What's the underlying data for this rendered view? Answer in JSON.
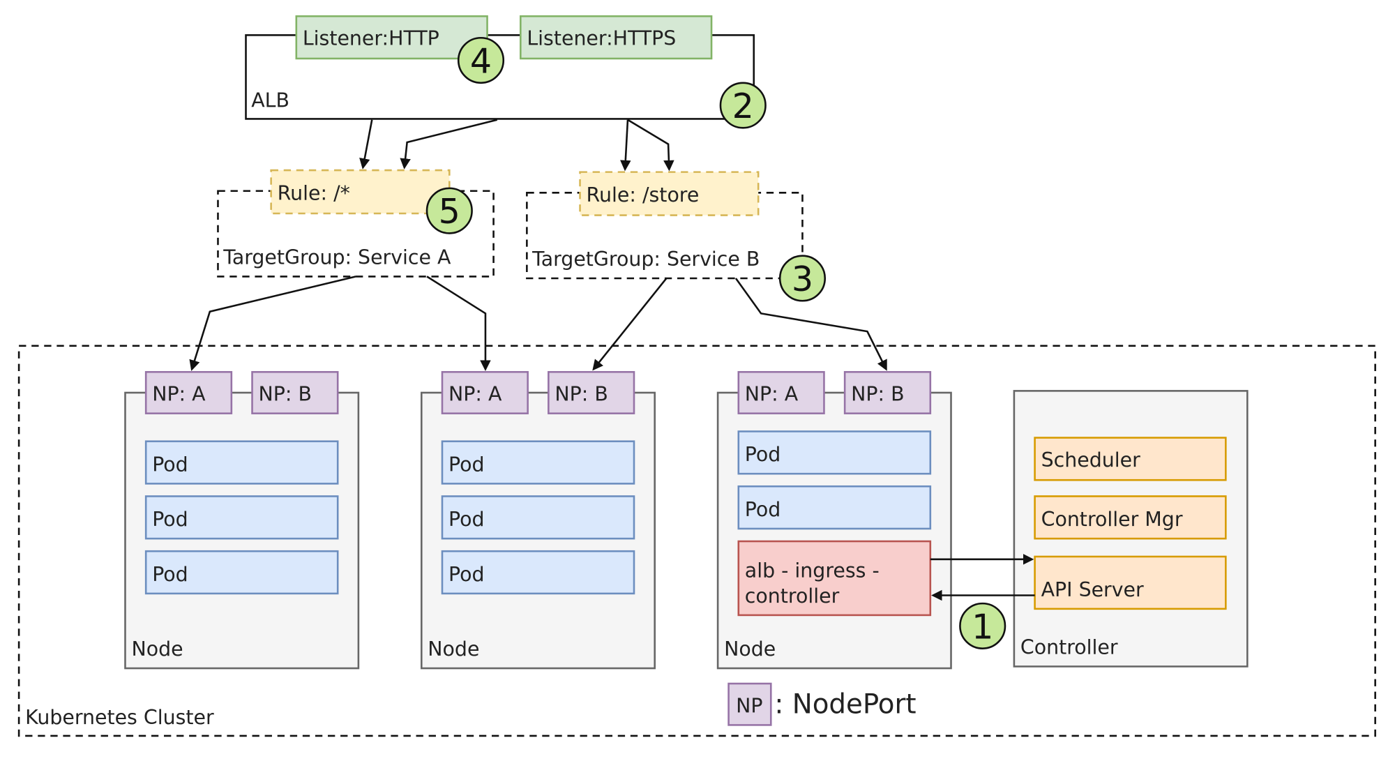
{
  "alb": {
    "label": "ALB",
    "listeners": [
      "Listener:HTTP",
      "Listener:HTTPS"
    ]
  },
  "target_groups": [
    {
      "label": "TargetGroup: Service A",
      "rule": "Rule: /*"
    },
    {
      "label": "TargetGroup: Service B",
      "rule": "Rule: /store"
    }
  ],
  "cluster": {
    "label": "Kubernetes Cluster",
    "nodes": [
      {
        "label": "Node",
        "nodeports": [
          "NP: A",
          "NP: B"
        ],
        "pods": [
          "Pod",
          "Pod",
          "Pod"
        ]
      },
      {
        "label": "Node",
        "nodeports": [
          "NP: A",
          "NP: B"
        ],
        "pods": [
          "Pod",
          "Pod",
          "Pod"
        ]
      },
      {
        "label": "Node",
        "nodeports": [
          "NP: A",
          "NP: B"
        ],
        "pods": [
          "Pod",
          "Pod"
        ],
        "ingress_controller": [
          "alb - ingress -",
          "controller"
        ]
      }
    ],
    "controller": {
      "label": "Controller",
      "components": [
        "Scheduler",
        "Controller Mgr",
        "API Server"
      ]
    }
  },
  "legend": {
    "key": "NP",
    "text": ": NodePort"
  },
  "steps": [
    "1",
    "2",
    "3",
    "4",
    "5"
  ],
  "colors": {
    "listener_fill": "#d5e8d4",
    "listener_stroke": "#82b366",
    "rule_fill": "#fff2cc",
    "rule_stroke": "#d6b656",
    "nodeport_fill": "#e1d5e7",
    "nodeport_stroke": "#9673a6",
    "pod_fill": "#dae8fc",
    "pod_stroke": "#6c8ebf",
    "ingress_fill": "#f8cecc",
    "ingress_stroke": "#b85450",
    "component_fill": "#ffe6cc",
    "component_stroke": "#d79b00",
    "node_fill": "#f5f5f5",
    "node_stroke": "#666666",
    "step_fill": "#c6e89a"
  }
}
